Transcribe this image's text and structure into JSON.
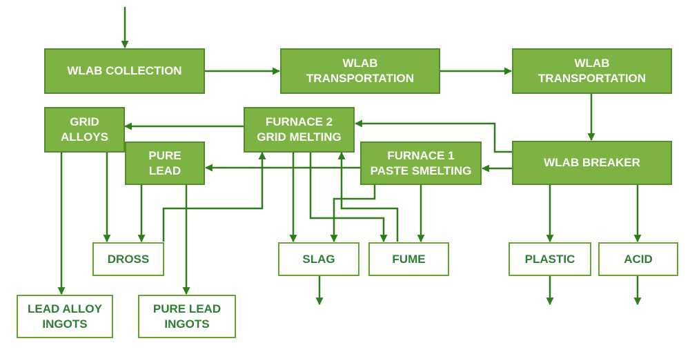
{
  "diagram": {
    "colors": {
      "fill": "#7cb342",
      "border": "#558b2f",
      "outline": "#6aa232",
      "arrow": "#2e7d1a",
      "text_dark": "#2e7d32"
    },
    "nodes": {
      "wlab_collection": "WLAB COLLECTION",
      "wlab_transportation_1": "WLAB\nTRANSPORTATION",
      "wlab_transportation_2": "WLAB\nTRANSPORTATION",
      "grid_alloys": "GRID\nALLOYS",
      "furnace_2": "FURNACE 2\nGRID MELTING",
      "pure_lead": "PURE\nLEAD",
      "furnace_1": "FURNACE 1\nPASTE SMELTING",
      "wlab_breaker": "WLAB BREAKER",
      "dross": "DROSS",
      "slag": "SLAG",
      "fume": "FUME",
      "plastic": "PLASTIC",
      "acid": "ACID",
      "lead_alloy_ingots": "LEAD ALLOY\nINGOTS",
      "pure_lead_ingots": "PURE LEAD\nINGOTS"
    }
  }
}
